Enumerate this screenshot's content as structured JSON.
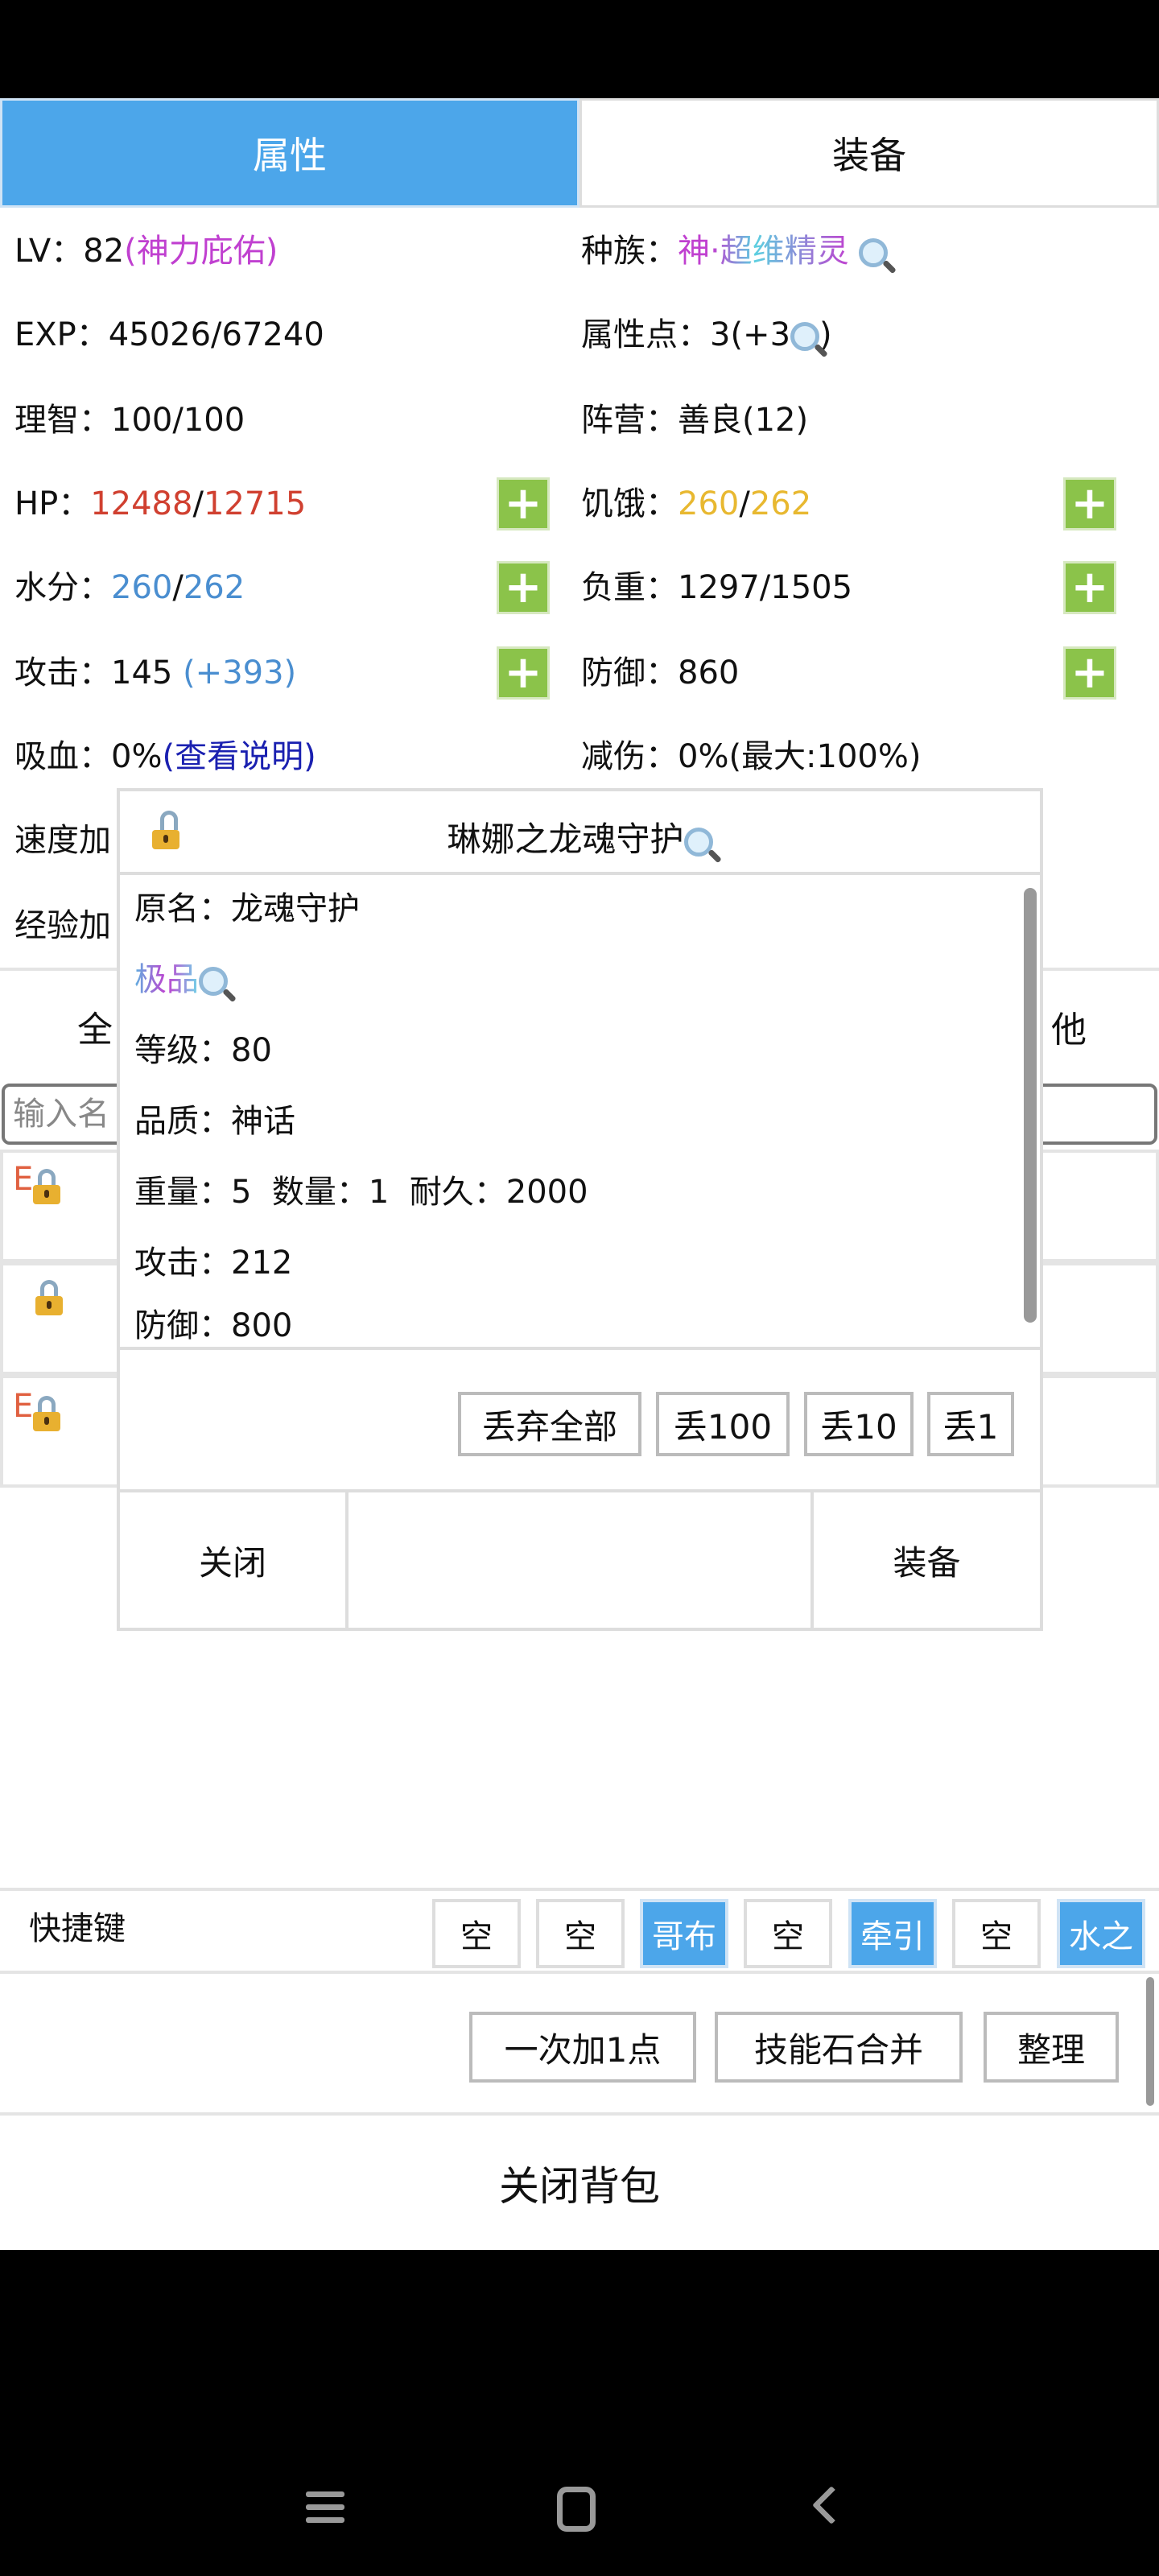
{
  "tabs": {
    "attributes": "属性",
    "equipment": "装备"
  },
  "stats": {
    "lv_label": "LV：",
    "lv_value": "82",
    "lv_blessing": "(神力庇佑)",
    "race_label": "种族：",
    "race_value": "神·超维精灵",
    "exp_label": "EXP：",
    "exp_value": "45026/67240",
    "points_label": "属性点：",
    "points_value": "3(+3",
    "points_close": ")",
    "sanity_label": "理智：",
    "sanity_value": "100/100",
    "camp_label": "阵营：",
    "camp_value": "善良(12)",
    "hp_label": "HP：",
    "hp_current": "12488",
    "hp_max": "12715",
    "hunger_label": "饥饿：",
    "hunger_current": "260",
    "hunger_max": "262",
    "water_label": "水分：",
    "water_current": "260",
    "water_max": "262",
    "load_label": "负重：",
    "load_value": "1297/1505",
    "attack_label": "攻击：",
    "attack_value": "145",
    "attack_bonus": "(+393)",
    "defense_label": "防御：",
    "defense_value": "860",
    "lifesteal_label": "吸血：",
    "lifesteal_value": "0%",
    "lifesteal_link": "(查看说明)",
    "reduction_label": "减伤：",
    "reduction_value": "0%(最大:100%)",
    "speed_label": "速度加",
    "exp_bonus_label": "经验加",
    "slash": "/",
    "plus": "+"
  },
  "bag": {
    "tab_left": "全",
    "tab_right": "他",
    "search_placeholder": "输入名",
    "equip_mark": "E"
  },
  "popup": {
    "title": "琳娜之龙魂守护",
    "lines": [
      "原名：龙魂守护",
      "极品",
      "等级：80",
      "品质：神话",
      "重量：5  数量：1  耐久：2000",
      "攻击：212",
      "防御：800"
    ],
    "drop_buttons": [
      "丢弃全部",
      "丢100",
      "丢10",
      "丢1"
    ],
    "close": "关闭",
    "equip": "装备"
  },
  "shortcuts": {
    "label": "快捷键",
    "slots": [
      "空",
      "空",
      "哥布",
      "空",
      "牵引",
      "空",
      "水之"
    ]
  },
  "actions": [
    "一次加1点",
    "技能石合并",
    "整理"
  ],
  "close_bag": "关闭背包",
  "colors": {
    "accent": "#4ca6ea",
    "plus": "#8bc34a",
    "hp": "#d04030",
    "hunger": "#e8b830",
    "water": "#4a8ed0"
  }
}
